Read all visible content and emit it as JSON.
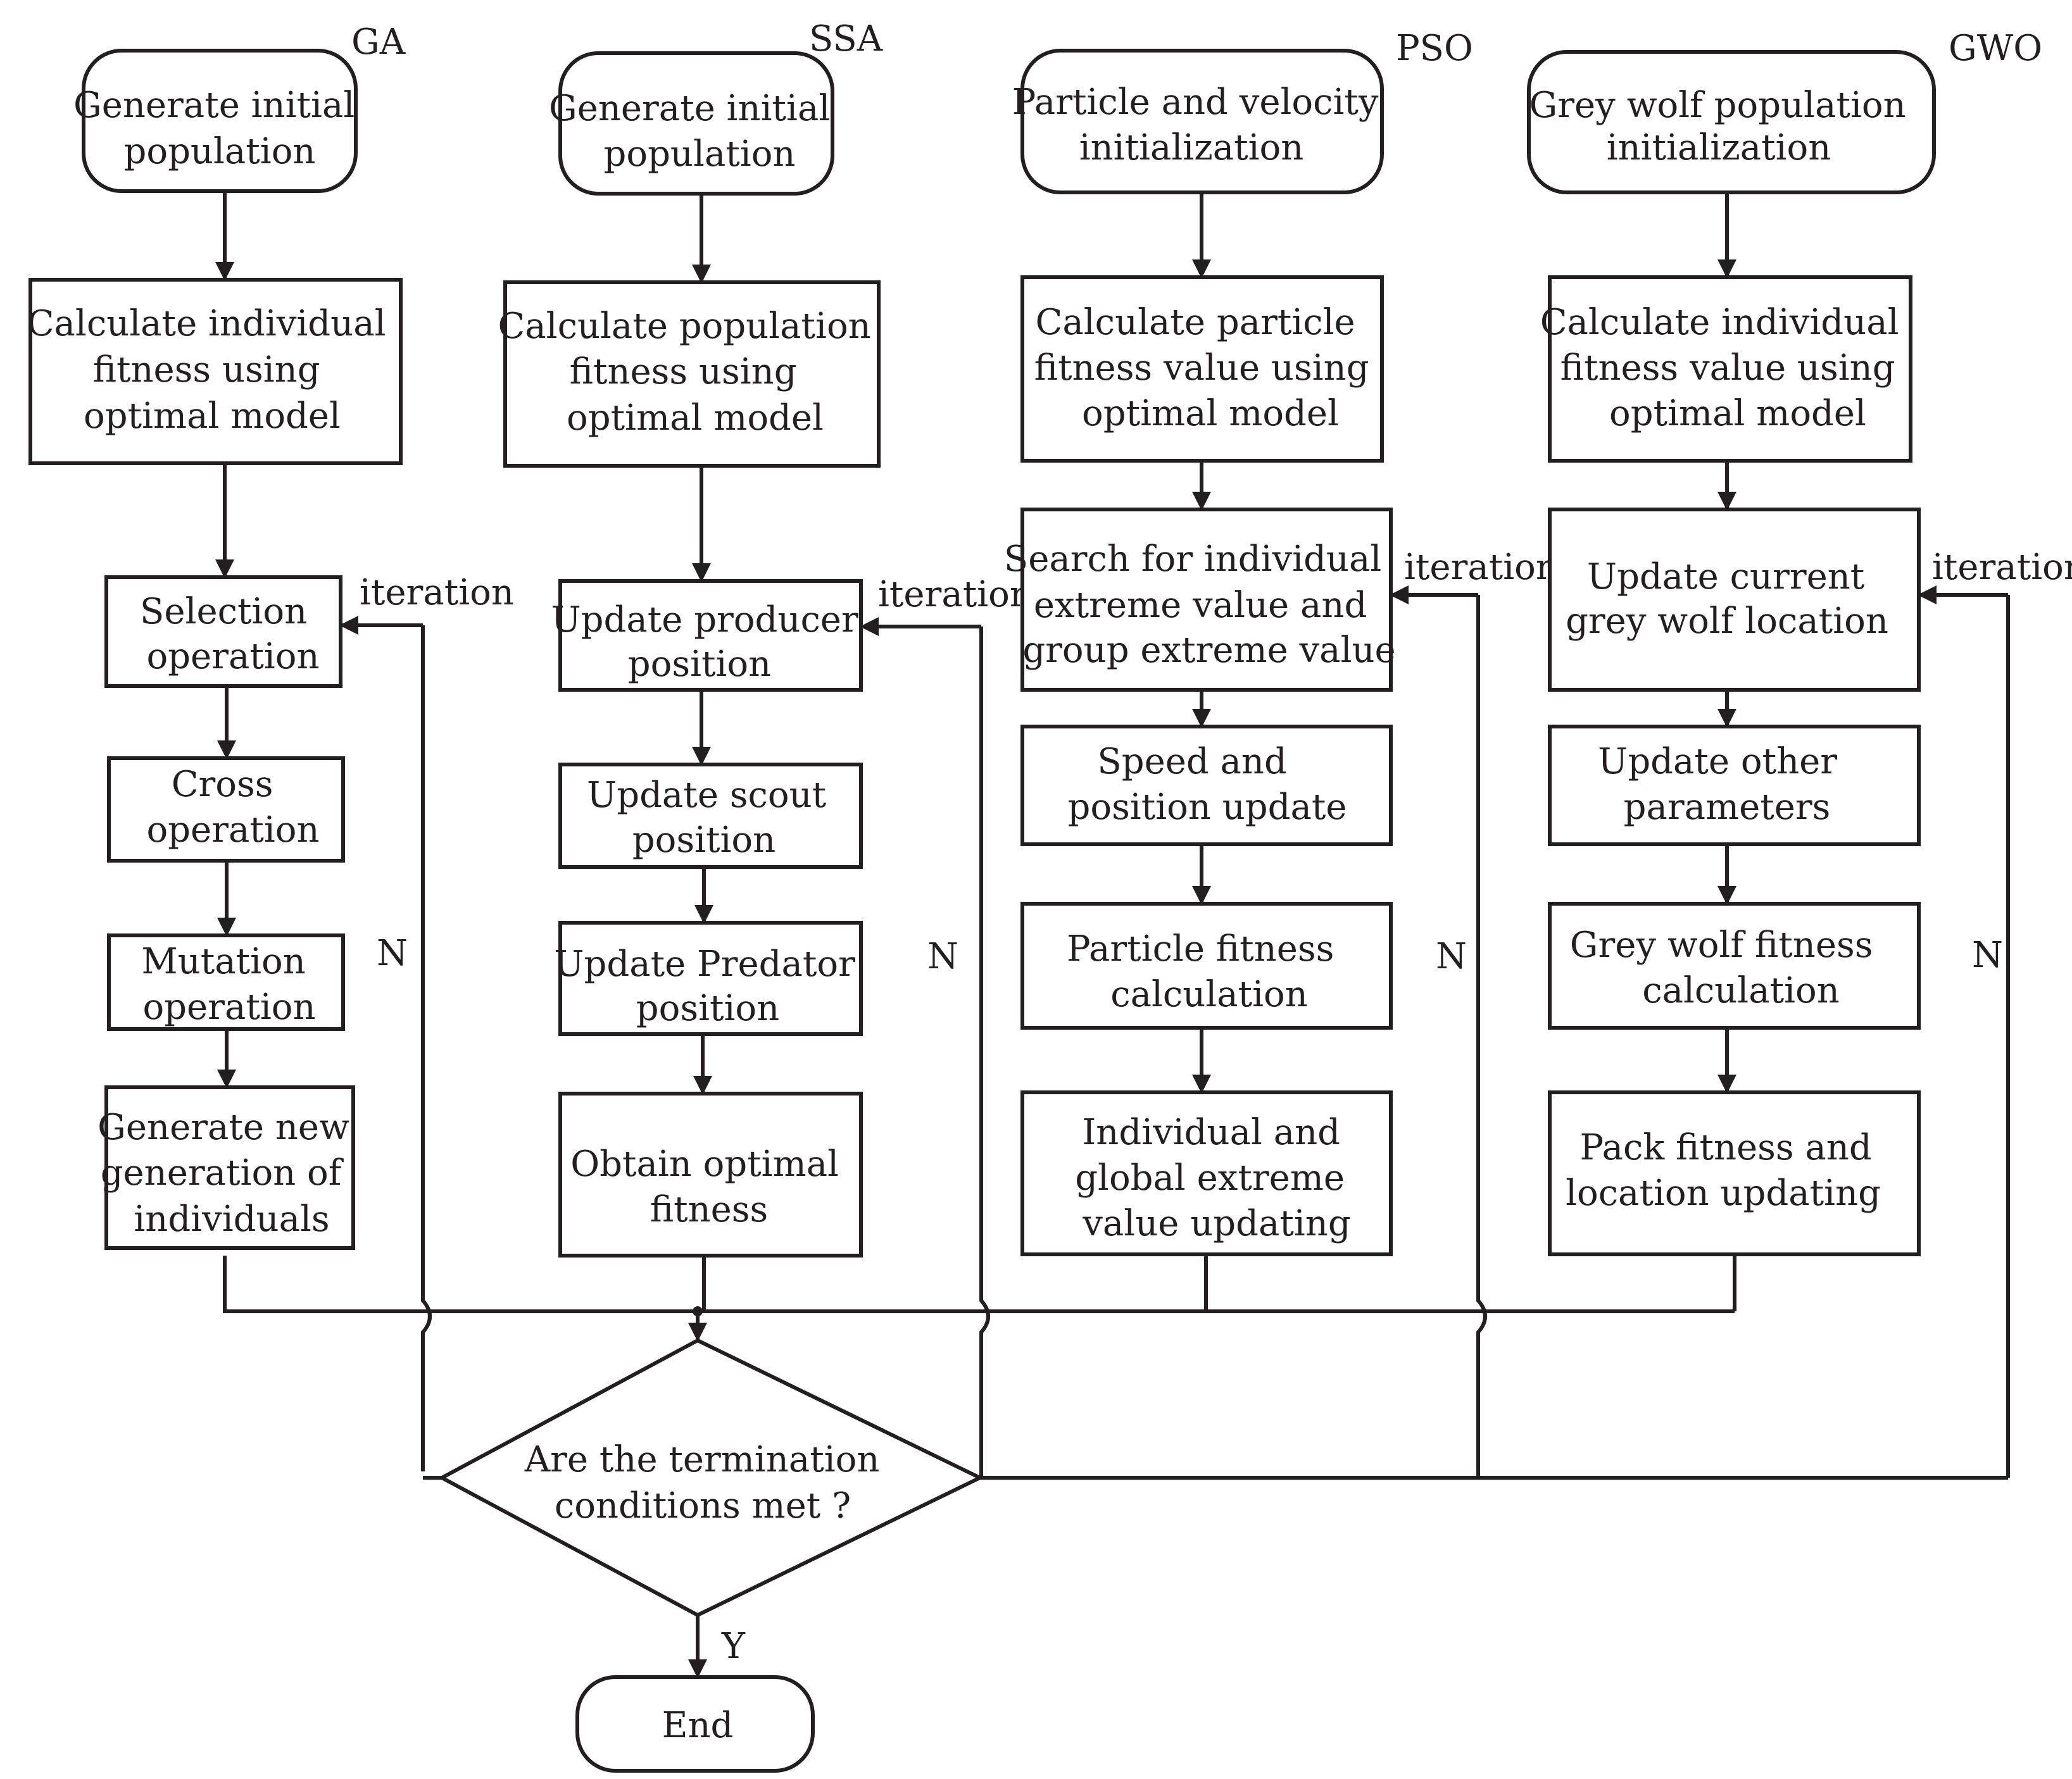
{
  "columns": [
    {
      "label": "GA",
      "nodes": [
        {
          "id": "ga-start",
          "lines": [
            "Generate initial",
            "population"
          ]
        },
        {
          "id": "ga-fitness",
          "lines": [
            "Calculate individual",
            "fitness using",
            "optimal model"
          ]
        },
        {
          "id": "ga-selection",
          "lines": [
            "Selection",
            "operation"
          ]
        },
        {
          "id": "ga-cross",
          "lines": [
            "Cross",
            "operation"
          ]
        },
        {
          "id": "ga-mutation",
          "lines": [
            "Mutation",
            "operation"
          ]
        },
        {
          "id": "ga-newgen",
          "lines": [
            "Generate new",
            "generation of",
            "individuals"
          ]
        }
      ],
      "iteration_label": "iteration",
      "no_label": "N"
    },
    {
      "label": "SSA",
      "nodes": [
        {
          "id": "ssa-start",
          "lines": [
            "Generate initial",
            "population"
          ]
        },
        {
          "id": "ssa-fitness",
          "lines": [
            "Calculate population",
            "fitness using",
            "optimal model"
          ]
        },
        {
          "id": "ssa-producer",
          "lines": [
            "Update producer",
            "position"
          ]
        },
        {
          "id": "ssa-scout",
          "lines": [
            "Update scout",
            "position"
          ]
        },
        {
          "id": "ssa-predator",
          "lines": [
            "Update Predator",
            "position"
          ]
        },
        {
          "id": "ssa-optimal",
          "lines": [
            "Obtain optimal",
            "fitness"
          ]
        }
      ],
      "iteration_label": "iteration",
      "no_label": "N"
    },
    {
      "label": "PSO",
      "nodes": [
        {
          "id": "pso-start",
          "lines": [
            "Particle and  velocity",
            "initialization"
          ]
        },
        {
          "id": "pso-fitness",
          "lines": [
            "Calculate particle",
            "fitness value using",
            "optimal model"
          ]
        },
        {
          "id": "pso-search",
          "lines": [
            "Search for individual",
            "extreme value and",
            "group extreme  value"
          ]
        },
        {
          "id": "pso-speed",
          "lines": [
            "Speed and",
            "position update"
          ]
        },
        {
          "id": "pso-particle-fitness",
          "lines": [
            "Particle fitness",
            "calculation"
          ]
        },
        {
          "id": "pso-extreme-update",
          "lines": [
            "Individual and",
            "global extreme",
            "value updating"
          ]
        }
      ],
      "iteration_label": "iteration",
      "no_label": "N"
    },
    {
      "label": "GWO",
      "nodes": [
        {
          "id": "gwo-start",
          "lines": [
            "Grey wolf population",
            "initialization"
          ]
        },
        {
          "id": "gwo-fitness",
          "lines": [
            "Calculate individual",
            "fitness value using",
            "optimal model"
          ]
        },
        {
          "id": "gwo-location",
          "lines": [
            "Update current",
            "grey wolf location"
          ]
        },
        {
          "id": "gwo-params",
          "lines": [
            "Update other",
            "parameters"
          ]
        },
        {
          "id": "gwo-wolf-fitness",
          "lines": [
            "Grey wolf fitness",
            "calculation"
          ]
        },
        {
          "id": "gwo-pack",
          "lines": [
            "Pack fitness and",
            "location updating"
          ]
        }
      ],
      "iteration_label": "iteration",
      "no_label": "N"
    }
  ],
  "decision": {
    "lines": [
      "Are the termination",
      "conditions met ?"
    ]
  },
  "yes_label": "Y",
  "end": {
    "lines": [
      "End"
    ]
  }
}
